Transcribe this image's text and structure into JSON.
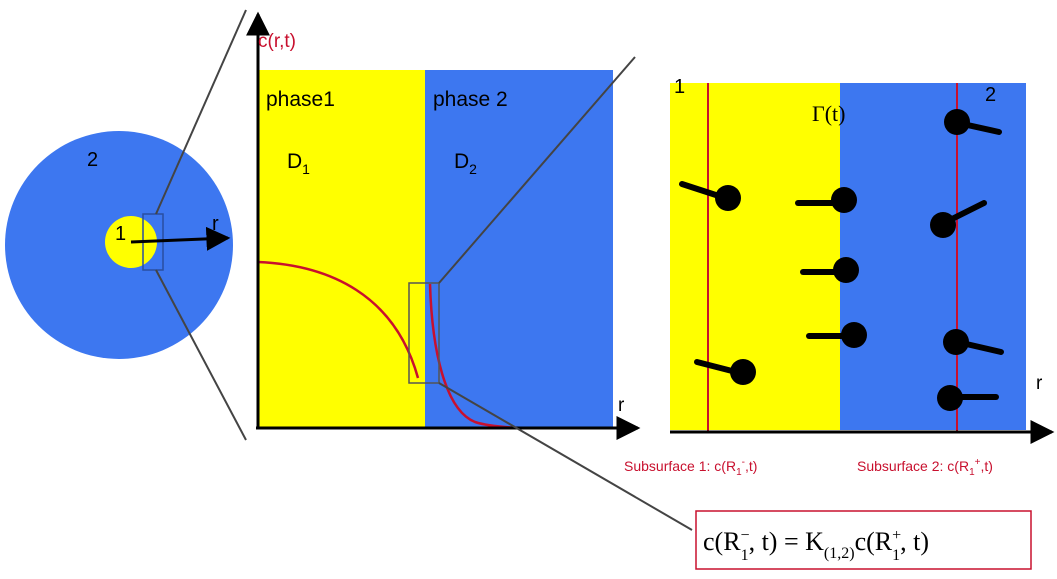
{
  "colors": {
    "phase1": "#FFFF00",
    "phase2": "#3D77F0",
    "curve": "#C8102E",
    "axis": "#000000",
    "frame": "#555555",
    "zoomLine": "#444444"
  },
  "circle": {
    "outer_label": "2",
    "inner_label": "1",
    "axis_label": "r"
  },
  "main_plot": {
    "y_axis_label": "c(r,t)",
    "x_axis_label": "r",
    "phase1_label": "phase1",
    "phase2_label": "phase 2",
    "d1_label": "D",
    "d1_sub": "1",
    "d2_label": "D",
    "d2_sub": "2"
  },
  "zoom_plot": {
    "left_label": "1",
    "right_label": "2",
    "interface_label": "Γ(t)",
    "x_axis_label": "r",
    "subsurface1": {
      "prefix": "Subsurface 1: c(R",
      "sub": "1",
      "sup": "-",
      "suffix": ",t)"
    },
    "subsurface2": {
      "prefix": "Subsurface 2: c(R",
      "sub": "1",
      "sup": "+",
      "suffix": ",t)"
    }
  },
  "equation": {
    "lhs_a": "c(R",
    "lhs_sup": "−",
    "lhs_sub": "1",
    "lhs_b": ", t) = K",
    "k_sub": "(1,2)",
    "rhs_a": "c(R",
    "rhs_sup": "+",
    "rhs_sub": "1",
    "rhs_b": ", t)"
  }
}
